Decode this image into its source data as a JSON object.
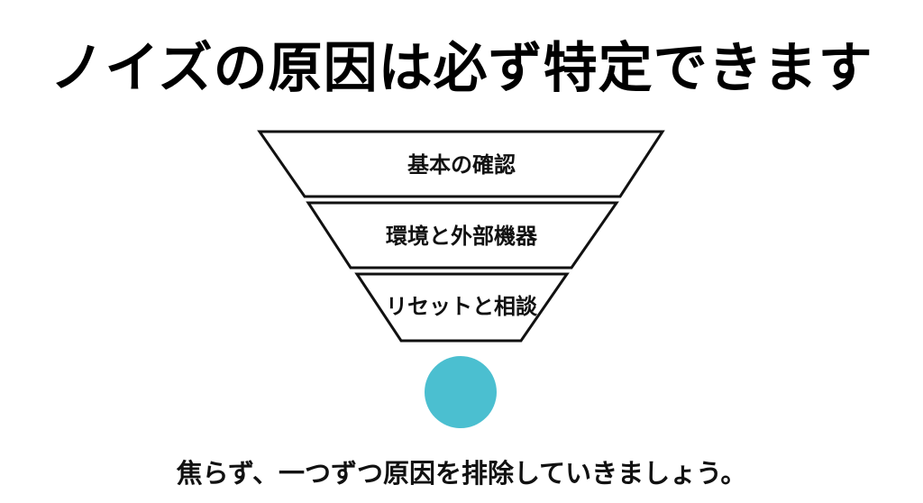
{
  "title": "ノイズの原因は必ず特定できます",
  "funnel": {
    "stages": [
      {
        "label": "基本の確認"
      },
      {
        "label": "環境と外部機器"
      },
      {
        "label": "リセットと相談"
      }
    ],
    "result_dot_color": "#4BBFD0",
    "stroke_color": "#111111"
  },
  "footer": "焦らず、一つずつ原因を排除していきましょう。"
}
